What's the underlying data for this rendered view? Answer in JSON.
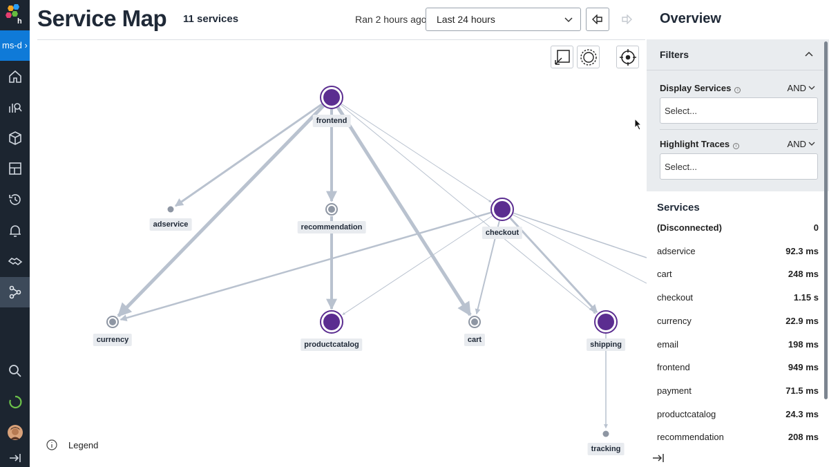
{
  "rail": {
    "env_label": "ms-d",
    "nav": [
      {
        "name": "home-icon"
      },
      {
        "name": "query-icon"
      },
      {
        "name": "datasets-icon"
      },
      {
        "name": "boards-icon"
      },
      {
        "name": "history-icon"
      },
      {
        "name": "triggers-icon"
      },
      {
        "name": "slos-icon"
      },
      {
        "name": "service-map-icon",
        "active": true
      },
      {
        "name": "search-icon"
      },
      {
        "name": "status-ring-icon"
      },
      {
        "name": "user-avatar"
      },
      {
        "name": "expand-sidebar-icon"
      }
    ]
  },
  "header": {
    "title": "Service Map",
    "service_count": "11 services",
    "ran": "Ran 2 hours ago",
    "time_range": "Last 24 hours"
  },
  "map": {
    "legend_label": "Legend",
    "nodes": [
      {
        "id": "frontend",
        "label": "frontend",
        "kind": "root"
      },
      {
        "id": "adservice",
        "label": "adservice",
        "kind": "leaf"
      },
      {
        "id": "recommendation",
        "label": "recommendation",
        "kind": "hollow"
      },
      {
        "id": "checkout",
        "label": "checkout",
        "kind": "root"
      },
      {
        "id": "currency",
        "label": "currency",
        "kind": "hollow"
      },
      {
        "id": "productcatalog",
        "label": "productcatalog",
        "kind": "root"
      },
      {
        "id": "cart",
        "label": "cart",
        "kind": "hollow"
      },
      {
        "id": "shipping",
        "label": "shipping",
        "kind": "root"
      },
      {
        "id": "tracking",
        "label": "tracking",
        "kind": "leaf"
      }
    ],
    "edges": [
      [
        "frontend",
        "adservice"
      ],
      [
        "frontend",
        "recommendation"
      ],
      [
        "frontend",
        "currency"
      ],
      [
        "frontend",
        "cart"
      ],
      [
        "frontend",
        "checkout"
      ],
      [
        "frontend",
        "shipping"
      ],
      [
        "recommendation",
        "productcatalog"
      ],
      [
        "checkout",
        "currency"
      ],
      [
        "checkout",
        "productcatalog"
      ],
      [
        "checkout",
        "cart"
      ],
      [
        "checkout",
        "shipping"
      ],
      [
        "shipping",
        "tracking"
      ]
    ],
    "colors": {
      "node_fill": "#5b2d90",
      "edge": "#b9c2cf",
      "hollow": "#8e96a3"
    }
  },
  "panel": {
    "title": "Overview",
    "filters_title": "Filters",
    "display_services_label": "Display Services",
    "display_services_op": "AND",
    "display_services_placeholder": "Select...",
    "highlight_traces_label": "Highlight Traces",
    "highlight_traces_op": "AND",
    "highlight_traces_placeholder": "Select...",
    "services_title": "Services",
    "services": [
      {
        "name": "(Disconnected)",
        "value": "0"
      },
      {
        "name": "adservice",
        "value": "92.3 ms"
      },
      {
        "name": "cart",
        "value": "248 ms"
      },
      {
        "name": "checkout",
        "value": "1.15 s"
      },
      {
        "name": "currency",
        "value": "22.9 ms"
      },
      {
        "name": "email",
        "value": "198 ms"
      },
      {
        "name": "frontend",
        "value": "949 ms"
      },
      {
        "name": "payment",
        "value": "71.5 ms"
      },
      {
        "name": "productcatalog",
        "value": "24.3 ms"
      },
      {
        "name": "recommendation",
        "value": "208 ms"
      }
    ]
  }
}
